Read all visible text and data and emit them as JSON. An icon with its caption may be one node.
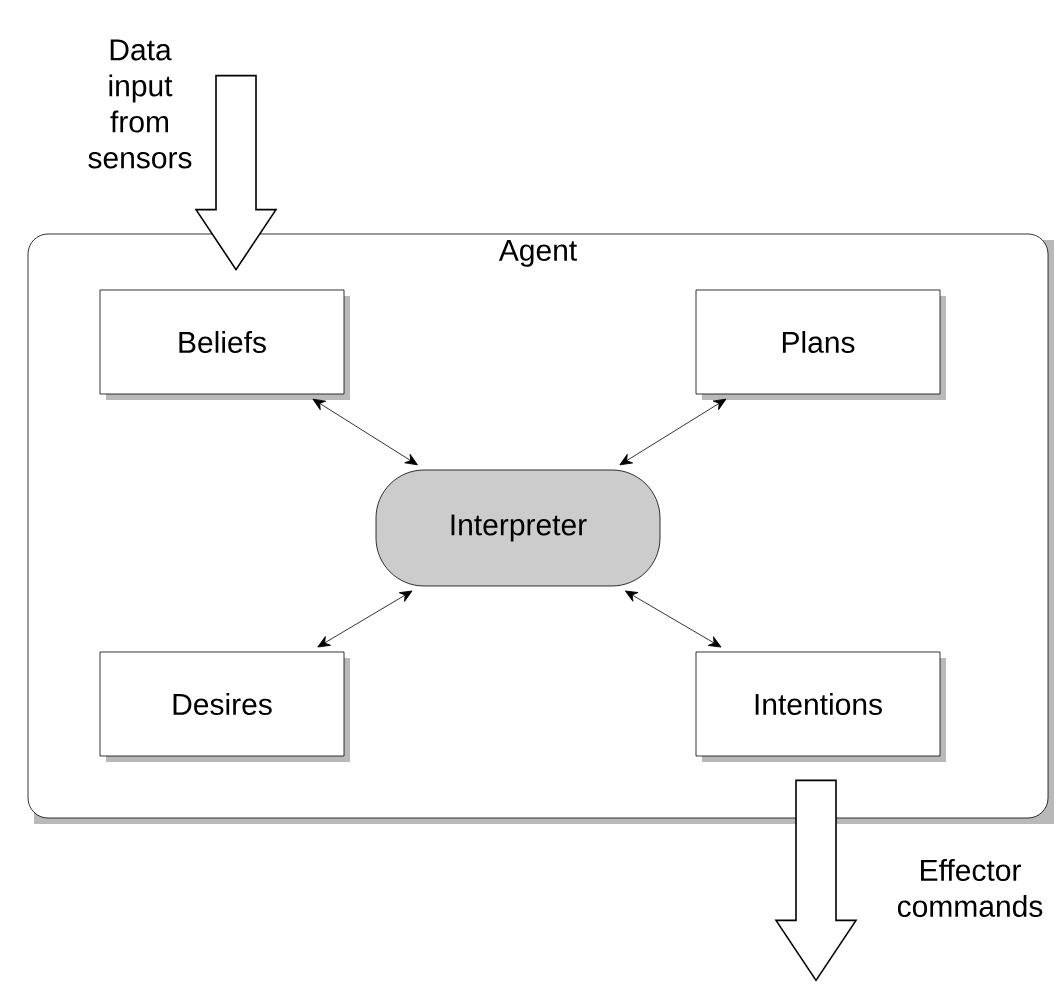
{
  "diagram": {
    "nodes": [
      {
        "text": [
          "Agent"
        ]
      },
      {
        "text": [
          "Beliefs"
        ],
        "in": 0
      },
      {
        "text": [
          "Plans"
        ],
        "in": 0
      },
      {
        "text": [
          "Interpreter"
        ],
        "in": 0
      },
      {
        "text": [
          "Desires"
        ],
        "in": 0
      },
      {
        "text": [
          "Intentions"
        ],
        "in": 0
      }
    ],
    "edges": [
      {
        "from": null,
        "to": 0,
        "arrow": "to"
      },
      {
        "from": 3,
        "to": 1,
        "arrow": "both"
      },
      {
        "from": 3,
        "to": 2,
        "arrow": "both"
      },
      {
        "from": 3,
        "to": 4,
        "arrow": "both"
      },
      {
        "from": 3,
        "to": 5,
        "arrow": "both"
      },
      {
        "from": 0,
        "to": null,
        "arrow": "to"
      }
    ],
    "labels": [
      "Data input from sensors",
      "Effector commands"
    ]
  }
}
